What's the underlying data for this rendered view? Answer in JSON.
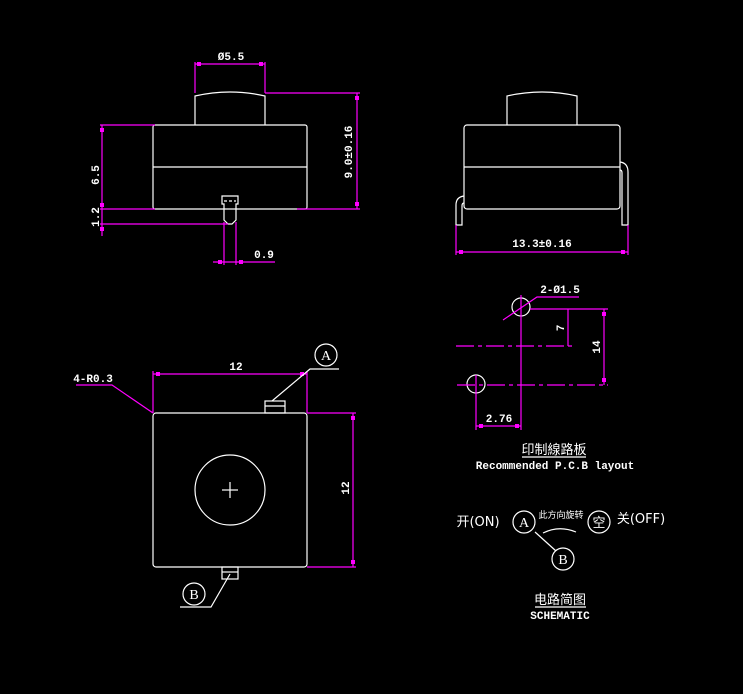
{
  "front_view": {
    "dim_button_diameter": "Ø5.5",
    "dim_height_total": "9.0±0.16",
    "dim_body_height": "6.5",
    "dim_pin_length": "1.2",
    "dim_pin_width": "0.9"
  },
  "side_view": {
    "dim_width": "13.3±0.16"
  },
  "top_view": {
    "dim_width": "12",
    "dim_height": "12",
    "corner_radius": "4-R0.3",
    "terminal_a": "A",
    "terminal_b": "B"
  },
  "pcb_layout": {
    "hole_spec": "2-Ø1.5",
    "dim_offset_y": "7",
    "dim_pitch_y": "14",
    "dim_offset_x": "2.76",
    "title_cn": "印制線路板",
    "title_en": "Recommended P.C.B layout"
  },
  "schematic": {
    "on_label": "开(ON)",
    "off_label": "关(OFF)",
    "node_a": "A",
    "node_b": "B",
    "node_empty": "空",
    "rotation_note": "此方向旋转",
    "title_cn": "电路简图",
    "title_en": "SCHEMATIC"
  },
  "colors": {
    "background": "#000000",
    "geometry": "#ffffff",
    "dimension": "#ff00ff"
  }
}
